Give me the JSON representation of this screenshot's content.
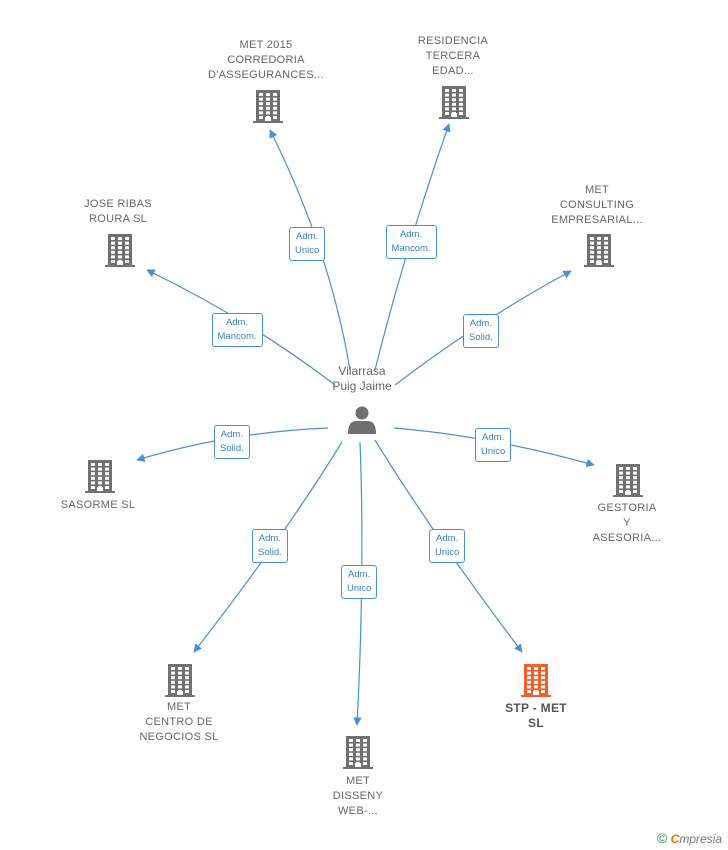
{
  "center": {
    "label": "Vilarrasa\nPuig Jaime",
    "icon": "person-icon"
  },
  "colors": {
    "edge": "#4a8fd4",
    "building": "#707070",
    "building_focus": "#f0602a"
  },
  "nodes": [
    {
      "id": "met2015",
      "label": "MET 2015\nCORREDORIA\nD'ASSEGURANCES...",
      "edge_label": "Adm.\nUnico",
      "icon": "building-icon"
    },
    {
      "id": "residencia",
      "label": "RESIDENCIA\nTERCERA\nEDAD...",
      "edge_label": "Adm.\nMancom.",
      "icon": "building-icon"
    },
    {
      "id": "joseribas",
      "label": "JOSE RIBAS\nROURA  SL",
      "edge_label": "Adm.\nMancom.",
      "icon": "building-icon"
    },
    {
      "id": "metconsulting",
      "label": "MET\nCONSULTING\nEMPRESARIAL...",
      "edge_label": "Adm.\nSolid.",
      "icon": "building-icon"
    },
    {
      "id": "sasorme",
      "label": "SASORME  SL",
      "edge_label": "Adm.\nSolid.",
      "icon": "building-icon"
    },
    {
      "id": "gestoria",
      "label": "GESTORIA\nY\nASESORIA...",
      "edge_label": "Adm.\nUnico",
      "icon": "building-icon"
    },
    {
      "id": "metcentro",
      "label": "MET\nCENTRO DE\nNEGOCIOS  SL",
      "edge_label": "Adm.\nSolid.",
      "icon": "building-icon"
    },
    {
      "id": "metdisseny",
      "label": "MET\nDISSENY\nWEB-...",
      "edge_label": "Adm.\nUnico",
      "icon": "building-icon"
    },
    {
      "id": "stpmet",
      "label": "STP -  MET\nSL",
      "edge_label": "Adm.\nUnico",
      "icon": "building-icon",
      "focus": true
    }
  ],
  "brand": {
    "copyright": "©",
    "e": "C",
    "rest": "mpresia"
  }
}
